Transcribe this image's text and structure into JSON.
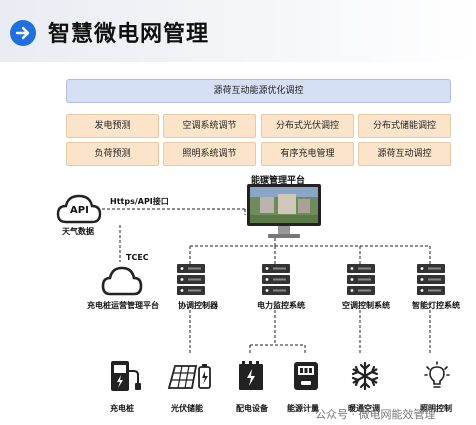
{
  "header": {
    "title": "智慧微电网管理"
  },
  "top_bar": {
    "label": "源荷互动能源优化调控"
  },
  "grid": {
    "row1": [
      "发电预测",
      "空调系统调节",
      "分布式光伏调控",
      "分布式储能调控"
    ],
    "row2": [
      "负荷预测",
      "照明系统调节",
      "有序充电管理",
      "源荷互动调控"
    ]
  },
  "platform": {
    "label": "能碳管理平台"
  },
  "api": {
    "icon_text": "API",
    "link_label": "Https/API接口",
    "caption": "天气数据"
  },
  "tcec": {
    "label": "TCEC"
  },
  "systems": [
    "充电桩运营管理平台",
    "协调控制器",
    "电力监控系统",
    "空调控制系统",
    "智能灯控系统"
  ],
  "devices": [
    "充电桩",
    "光伏储能",
    "配电设备",
    "能源计量",
    "暖通空调",
    "照明控制"
  ],
  "watermark": "公众号 · 微电网能效管理"
}
